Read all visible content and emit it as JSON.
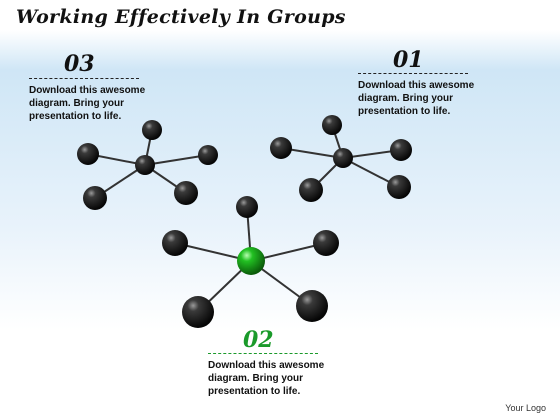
{
  "title": "Working Effectively In Groups",
  "blocks": [
    {
      "number": "03",
      "text": "Download this awesome diagram. Bring your presentation to life.",
      "color": "#111111"
    },
    {
      "number": "01",
      "text": "Download this awesome diagram. Bring your presentation to life.",
      "color": "#111111"
    },
    {
      "number": "02",
      "text": "Download this awesome diagram. Bring your presentation to life.",
      "color": "#1a9a2a"
    }
  ],
  "logo": "Your Logo",
  "colors": {
    "node": "#1c1c1c",
    "highlight_node": "#22b222",
    "connector": "#333333"
  }
}
